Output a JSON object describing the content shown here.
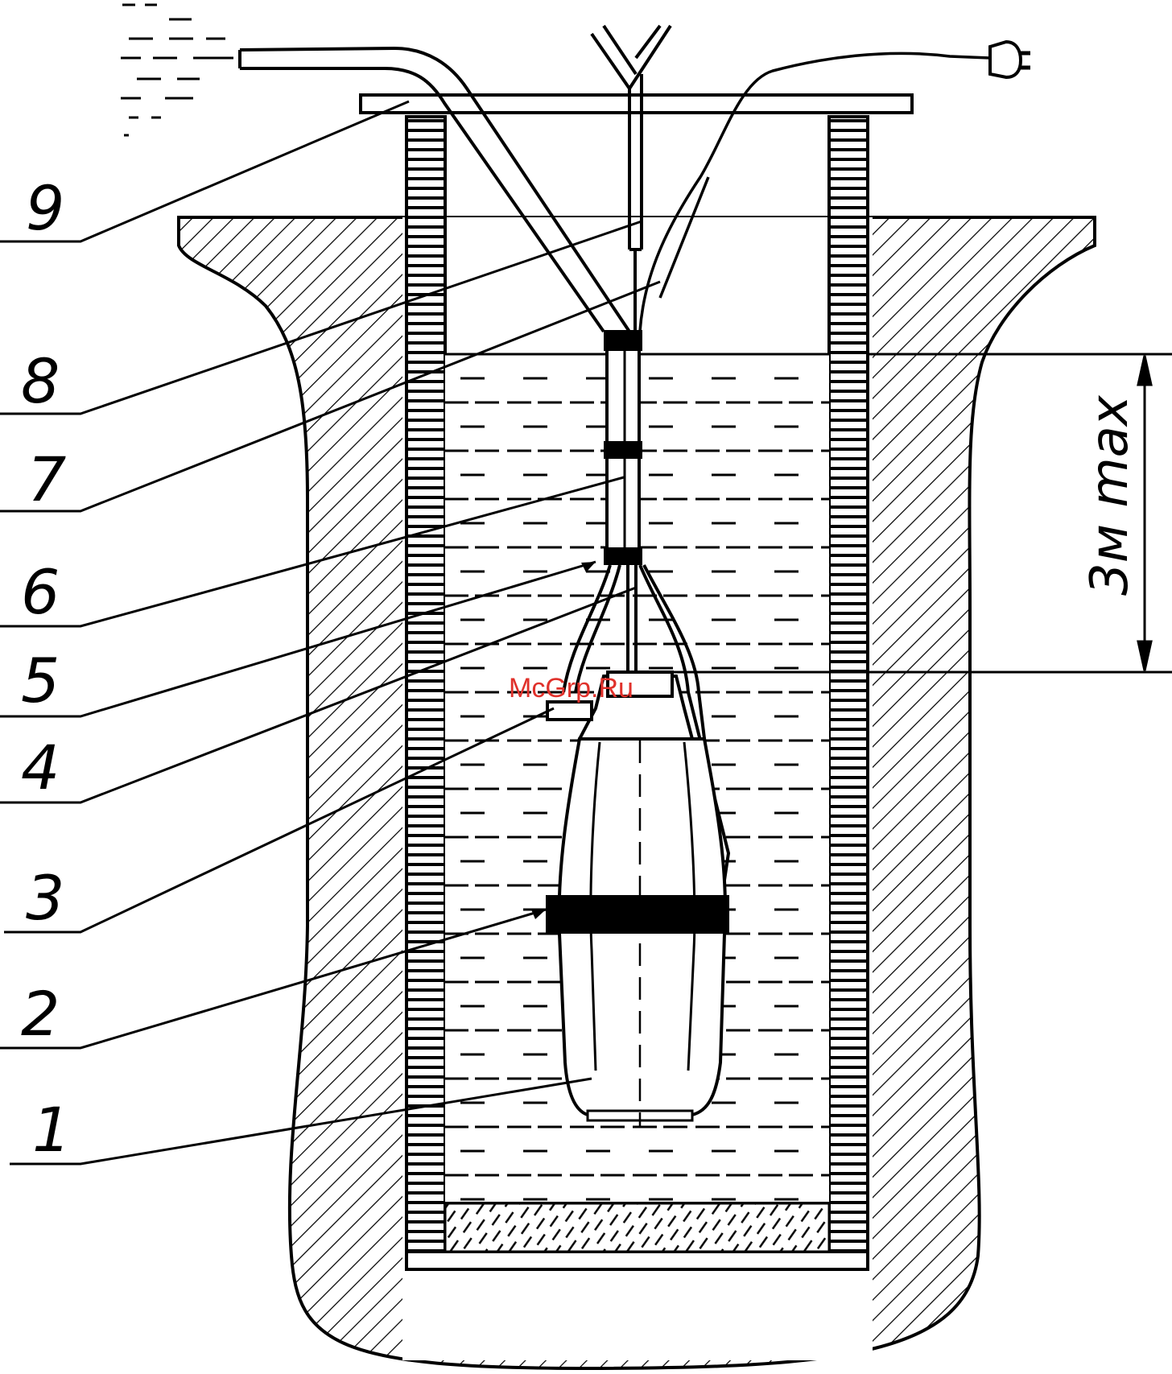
{
  "callouts": [
    {
      "id": "callout-9",
      "label": "9"
    },
    {
      "id": "callout-8",
      "label": "8"
    },
    {
      "id": "callout-7",
      "label": "7"
    },
    {
      "id": "callout-6",
      "label": "6"
    },
    {
      "id": "callout-5",
      "label": "5"
    },
    {
      "id": "callout-4",
      "label": "4"
    },
    {
      "id": "callout-3",
      "label": "3"
    },
    {
      "id": "callout-2",
      "label": "2"
    },
    {
      "id": "callout-1",
      "label": "1"
    }
  ],
  "dimension": {
    "label": "3м max"
  },
  "watermark": {
    "text": "McGrp.Ru"
  },
  "colors": {
    "line": "#000000",
    "background": "#ffffff",
    "watermark": "#e0312b"
  }
}
